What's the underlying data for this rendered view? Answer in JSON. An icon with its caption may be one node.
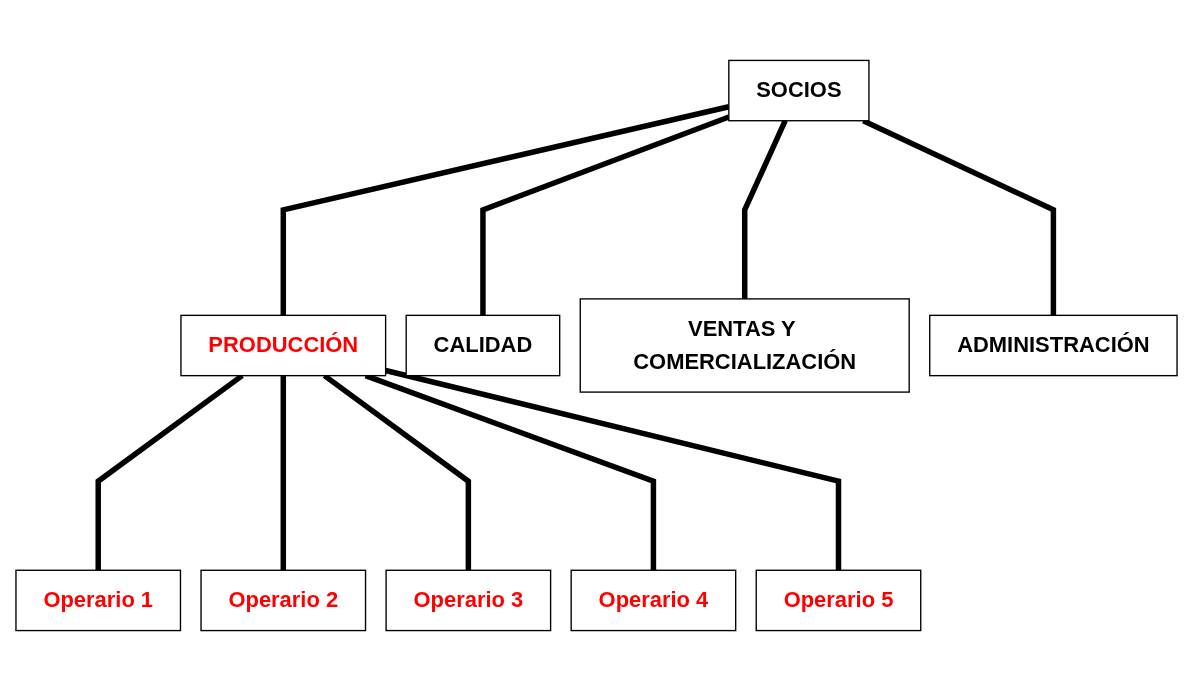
{
  "diagram": {
    "nodes": [
      {
        "text": [
          "SOCIOS"
        ]
      },
      {
        "text": [
          "PRODUCCIÓN"
        ]
      },
      {
        "text": [
          "CALIDAD"
        ]
      },
      {
        "text": [
          "VENTAS Y COMERCIALIZACIÓN"
        ]
      },
      {
        "text": [
          "ADMINISTRACIÓN"
        ]
      },
      {
        "text": [
          "Operario 1"
        ]
      },
      {
        "text": [
          "Operario 2"
        ]
      },
      {
        "text": [
          "Operario 3"
        ]
      },
      {
        "text": [
          "Operario 4"
        ]
      },
      {
        "text": [
          "Operario 5"
        ]
      }
    ],
    "edges": [
      {
        "from": 0,
        "to": 1,
        "arrow": "none"
      },
      {
        "from": 0,
        "to": 2,
        "arrow": "none"
      },
      {
        "from": 0,
        "to": 3,
        "arrow": "none"
      },
      {
        "from": 0,
        "to": 4,
        "arrow": "none"
      },
      {
        "from": 1,
        "to": 5,
        "arrow": "none"
      },
      {
        "from": 1,
        "to": 6,
        "arrow": "none"
      },
      {
        "from": 1,
        "to": 7,
        "arrow": "none"
      },
      {
        "from": 1,
        "to": 8,
        "arrow": "none"
      },
      {
        "from": 1,
        "to": 9,
        "arrow": "none"
      }
    ]
  }
}
